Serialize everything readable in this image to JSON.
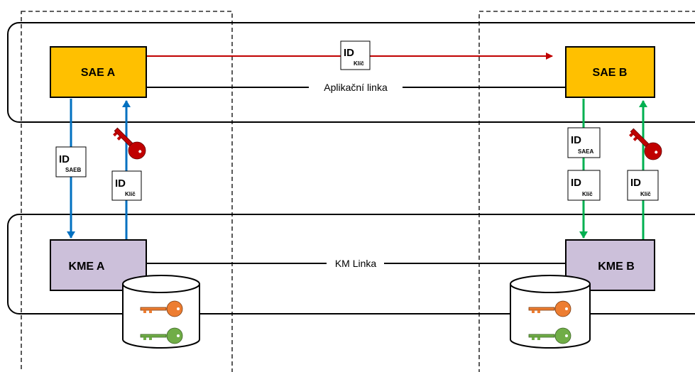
{
  "nodes": {
    "sae_a": "SAE A",
    "sae_b": "SAE B",
    "kme_a": "KME A",
    "kme_b": "KME B"
  },
  "links": {
    "application": "Aplikační linka",
    "km": "KM Linka"
  },
  "id_tags": {
    "top": {
      "main": "ID",
      "sub": "Klíč"
    },
    "left_down": {
      "main": "ID",
      "sub": "SAEB"
    },
    "left_up": {
      "main": "ID",
      "sub": "Klíč"
    },
    "right_down_1": {
      "main": "ID",
      "sub": "SAEA"
    },
    "right_down_2": {
      "main": "ID",
      "sub": "Klíč"
    },
    "right_up": {
      "main": "ID",
      "sub": "Klíč"
    }
  },
  "colors": {
    "sae_fill": "#ffc000",
    "kme_fill": "#ccc0da",
    "red_arrow": "#c00000",
    "blue_arrow": "#0070c0",
    "green_arrow": "#00b050",
    "red_key": "#c00000",
    "orange_key": "#ed7d31",
    "green_key": "#70ad47"
  },
  "icons": {
    "red_key": "key-icon",
    "database": "database-icon"
  }
}
